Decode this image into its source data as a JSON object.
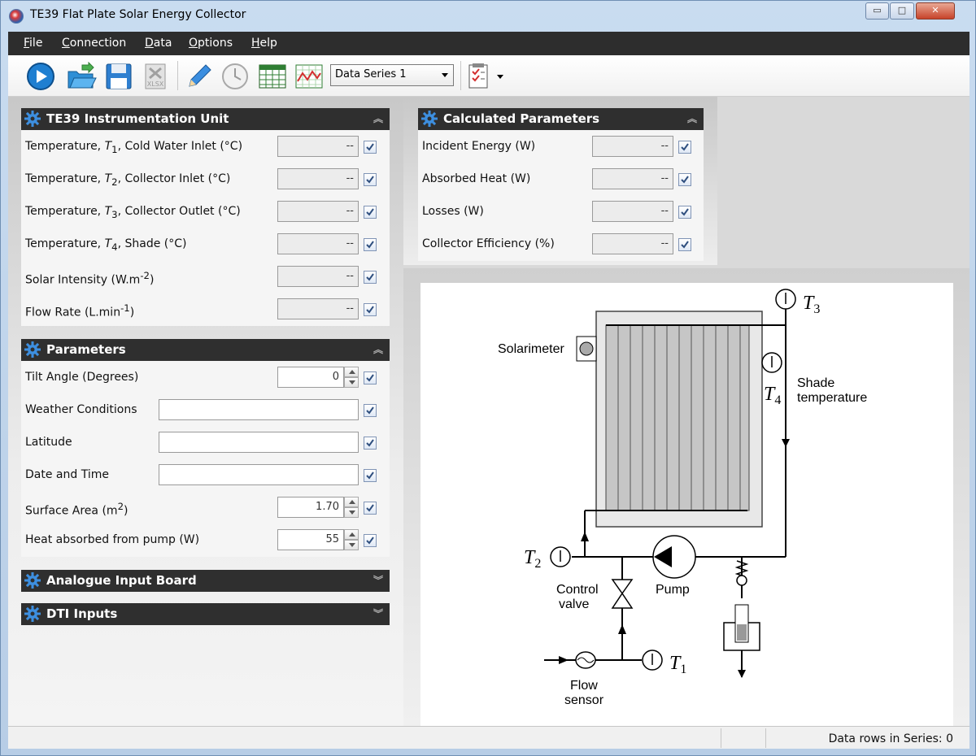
{
  "window": {
    "title": "TE39 Flat Plate Solar Energy Collector",
    "buttons": {
      "minimize": "▭",
      "maximize": "□",
      "close": "✕"
    }
  },
  "menu": {
    "items": [
      {
        "first": "F",
        "rest": "ile"
      },
      {
        "first": "C",
        "rest": "onnection"
      },
      {
        "first": "D",
        "rest": "ata"
      },
      {
        "first": "O",
        "rest": "ptions"
      },
      {
        "first": "H",
        "rest": "elp"
      }
    ]
  },
  "toolbar": {
    "icons": [
      "play-icon",
      "open-folder-icon",
      "save-icon",
      "export-xlsx-icon",
      "pencil-icon",
      "clock-icon",
      "table-icon",
      "chart-icon",
      "report-icon"
    ],
    "series_select": "Data Series 1"
  },
  "instrumentation": {
    "title": "TE39 Instrumentation Unit",
    "rows": [
      {
        "label_pre": "Temperature,  ",
        "sym": "T",
        "sub": "1",
        "label_post": ", Cold Water Inlet  (°C)",
        "value": "--",
        "checked": true
      },
      {
        "label_pre": "Temperature,  ",
        "sym": "T",
        "sub": "2",
        "label_post": ", Collector Inlet  (°C)",
        "value": "--",
        "checked": true
      },
      {
        "label_pre": "Temperature,  ",
        "sym": "T",
        "sub": "3",
        "label_post": ", Collector Outlet  (°C)",
        "value": "--",
        "checked": true
      },
      {
        "label_pre": "Temperature,  ",
        "sym": "T",
        "sub": "4",
        "label_post": ", Shade  (°C)",
        "value": "--",
        "checked": true
      },
      {
        "label_pre": "Solar Intensity  (W.m",
        "sup": "-2",
        "label_post": ")",
        "value": "--",
        "checked": true
      },
      {
        "label_pre": "Flow Rate  (L.min",
        "sup": "-1",
        "label_post": ")",
        "value": "--",
        "checked": true
      }
    ]
  },
  "parameters": {
    "title": "Parameters",
    "rows": [
      {
        "label": "Tilt Angle  (Degrees)",
        "value": "0",
        "spinner": true
      },
      {
        "label": "Weather Conditions",
        "value": ""
      },
      {
        "label": "Latitude",
        "value": ""
      },
      {
        "label": "Date and Time",
        "value": ""
      },
      {
        "label_pre": "Surface Area  (m",
        "sup": "2",
        "label_post": ")",
        "value": "1.70",
        "spinner": true
      },
      {
        "label": "Heat absorbed from pump  (W)",
        "value": "55",
        "spinner": true
      }
    ]
  },
  "analogue": {
    "title": "Analogue Input Board"
  },
  "dti": {
    "title": "DTI Inputs"
  },
  "calculated": {
    "title": "Calculated Parameters",
    "rows": [
      {
        "label": "Incident Energy  (W)",
        "value": "--"
      },
      {
        "label": "Absorbed Heat  (W)",
        "value": "--"
      },
      {
        "label": "Losses  (W)",
        "value": "--"
      },
      {
        "label": "Collector Efficiency  (%)",
        "value": "--"
      }
    ]
  },
  "diagram": {
    "solarimeter": "Solarimeter",
    "t3": "T",
    "t3_sub": "3",
    "t4": "T",
    "t4_sub": "4",
    "shade1": "Shade",
    "shade2": "temperature",
    "t2": "T",
    "t2_sub": "2",
    "t1": "T",
    "t1_sub": "1",
    "pump": "Pump",
    "valve1": "Control",
    "valve2": "valve",
    "flow1": "Flow",
    "flow2": "sensor"
  },
  "status": {
    "text": "Data rows in Series: 0"
  }
}
